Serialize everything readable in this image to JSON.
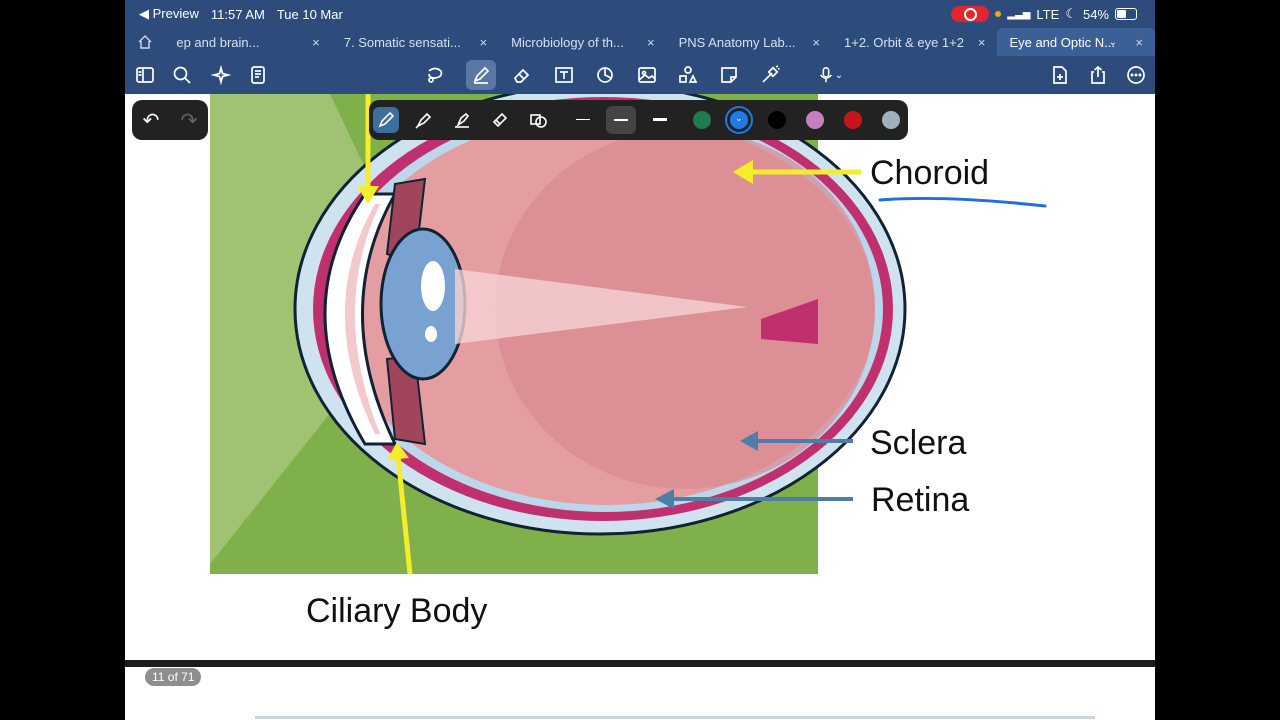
{
  "status": {
    "back_app": "◀ Preview",
    "time": "11:57 AM",
    "date": "Tue 10 Mar",
    "network": "LTE",
    "battery": "54%"
  },
  "tabs": [
    {
      "label": "ep and brain..."
    },
    {
      "label": "7. Somatic sensati..."
    },
    {
      "label": "Microbiology of th..."
    },
    {
      "label": "PNS Anatomy Lab..."
    },
    {
      "label": "1+2. Orbit & eye 1+2"
    },
    {
      "label": "Eye and Optic N..."
    }
  ],
  "labels": {
    "choroid": "Choroid",
    "sclera": "Sclera",
    "retina": "Retina",
    "ciliary": "Ciliary Body"
  },
  "page_indicator": "11 of 71",
  "colors": {
    "toolbar": "#2d4c7c",
    "pen_green": "#1f7a4d",
    "pen_blue": "#1f7ae8",
    "pen_black": "#000000",
    "pen_pink": "#c77fc0",
    "pen_red": "#c8141b",
    "pen_gray": "#9fb1ba",
    "annotation_blue": "#1f6fe0",
    "diagram_bg": "#7fb04a",
    "choroid": "#c0306e",
    "lens": "#7aa2d0"
  }
}
